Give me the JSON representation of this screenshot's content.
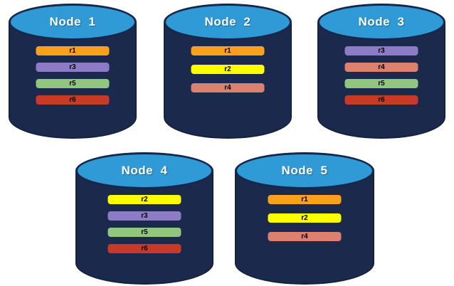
{
  "diagram": {
    "background": "#ffffff",
    "node_top_color": "#2f9ad6",
    "node_body_color": "#1b2a4c",
    "node_outline_color": "#13233f",
    "title_text_color": "#ffffff",
    "bar_text_color": "#000000"
  },
  "replica_palette": {
    "r1": "#f9a11b",
    "r2": "#fdfd00",
    "r3": "#8d7cc5",
    "r4": "#dc8070",
    "r5": "#91c681",
    "r6": "#c63a27"
  },
  "nodes": [
    {
      "title": "Node  1",
      "replicas": [
        {
          "label": "r1",
          "color": "#f9a11b"
        },
        {
          "label": "r3",
          "color": "#8d7cc5"
        },
        {
          "label": "r5",
          "color": "#91c681"
        },
        {
          "label": "r6",
          "color": "#c63a27"
        }
      ]
    },
    {
      "title": "Node  2",
      "replicas": [
        {
          "label": "r1",
          "color": "#f9a11b"
        },
        {
          "label": "r2",
          "color": "#fdfd00"
        },
        {
          "label": "r4",
          "color": "#dc8070"
        }
      ]
    },
    {
      "title": "Node  3",
      "replicas": [
        {
          "label": "r3",
          "color": "#8d7cc5"
        },
        {
          "label": "r4",
          "color": "#dc8070"
        },
        {
          "label": "r5",
          "color": "#91c681"
        },
        {
          "label": "r6",
          "color": "#c63a27"
        }
      ]
    },
    {
      "title": "Node  4",
      "replicas": [
        {
          "label": "r2",
          "color": "#fdfd00"
        },
        {
          "label": "r3",
          "color": "#8d7cc5"
        },
        {
          "label": "r5",
          "color": "#91c681"
        },
        {
          "label": "r6",
          "color": "#c63a27"
        }
      ]
    },
    {
      "title": "Node  5",
      "replicas": [
        {
          "label": "r1",
          "color": "#f9a11b"
        },
        {
          "label": "r2",
          "color": "#fdfd00"
        },
        {
          "label": "r4",
          "color": "#dc8070"
        }
      ]
    }
  ]
}
